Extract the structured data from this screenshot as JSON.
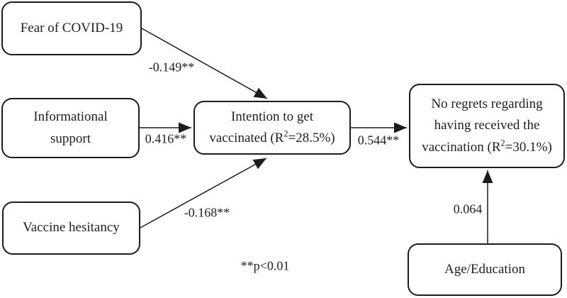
{
  "diagram": {
    "background": "#ffffff",
    "line_color": "#1c1c1c",
    "text_color": "#1f1f1f",
    "note": "**p<0.01",
    "boxes": {
      "fear": {
        "label": "Fear of COVID-19"
      },
      "info": {
        "line1": "Informational",
        "line2": "support"
      },
      "hesitancy": {
        "label": "Vaccine hesitancy"
      },
      "intention": {
        "line1": "Intention to get",
        "line2_pre": "vaccinated (R",
        "line2_sup": "2",
        "line2_post": "=28.5%)"
      },
      "regrets": {
        "line1": "No regrets regarding",
        "line2": "having received the",
        "line3_pre": "vaccination (R",
        "line3_sup": "2",
        "line3_post": "=30.1%)"
      },
      "age": {
        "label": "Age/Education"
      }
    },
    "paths": {
      "fear_to_intention": {
        "coefficient": "-0.149**"
      },
      "info_to_intention": {
        "coefficient": "0.416**"
      },
      "hesitancy_to_intention": {
        "coefficient": "-0.168**"
      },
      "intention_to_regrets": {
        "coefficient": "0.544**"
      },
      "age_to_regrets": {
        "coefficient": "0.064"
      }
    }
  }
}
